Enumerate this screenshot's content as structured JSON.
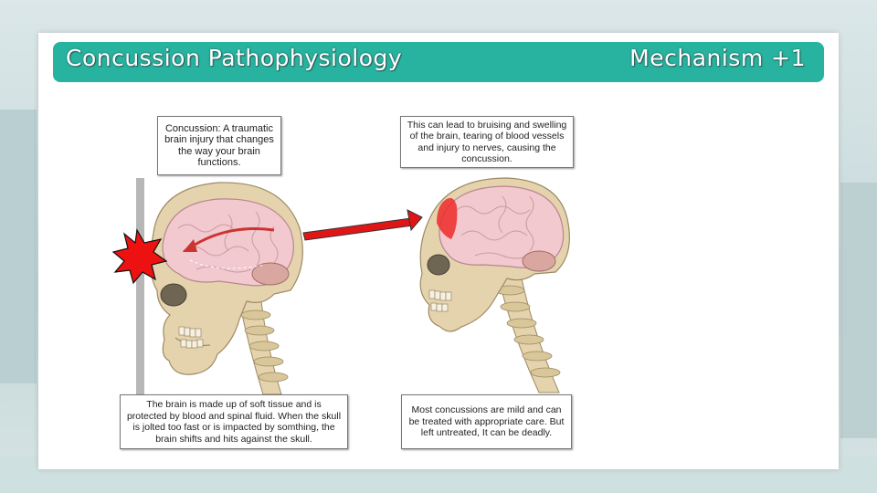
{
  "header": {
    "title": "Concussion Pathophysiology",
    "section": "Mechanism +1"
  },
  "figure": {
    "note_definition": "Concussion: A traumatic brain injury that changes the way your brain functions.",
    "note_effects": "This can lead to bruising and swelling of the brain, tearing of blood vessels and injury to nerves, causing the concussion.",
    "note_mechanism": "The brain is made up of soft tissue and is protected by blood and spinal fluid. When the skull is jolted too fast or is impacted by somthing, the brain shifts and hits against the skull.",
    "note_outcome": "Most concussions are mild and can be treated with appropriate care. But left untreated, It can be deadly."
  },
  "colors": {
    "title_bar": "#27b3a0",
    "impact": "#ee1111",
    "brain": "#f2c9cf",
    "bone": "#e4d3ad"
  }
}
